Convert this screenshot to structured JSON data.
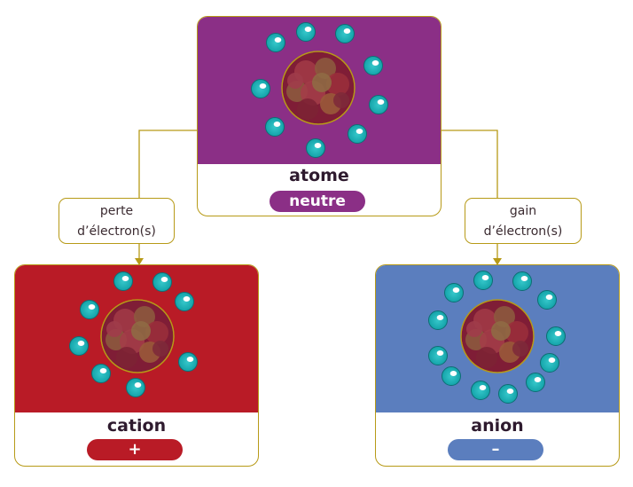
{
  "colors": {
    "neutral": "#8b2f86",
    "cation": "#b91b26",
    "anion": "#5b7ebe",
    "border": "#b79a17",
    "electron": "#20b0b5"
  },
  "center": {
    "title": "atome",
    "badge": "neutre"
  },
  "left": {
    "title": "cation",
    "badge": "+",
    "transition": [
      "perte",
      "d’électron(s)"
    ]
  },
  "right": {
    "title": "anion",
    "badge": "–",
    "transition": [
      "gain",
      "d’électron(s)"
    ]
  }
}
